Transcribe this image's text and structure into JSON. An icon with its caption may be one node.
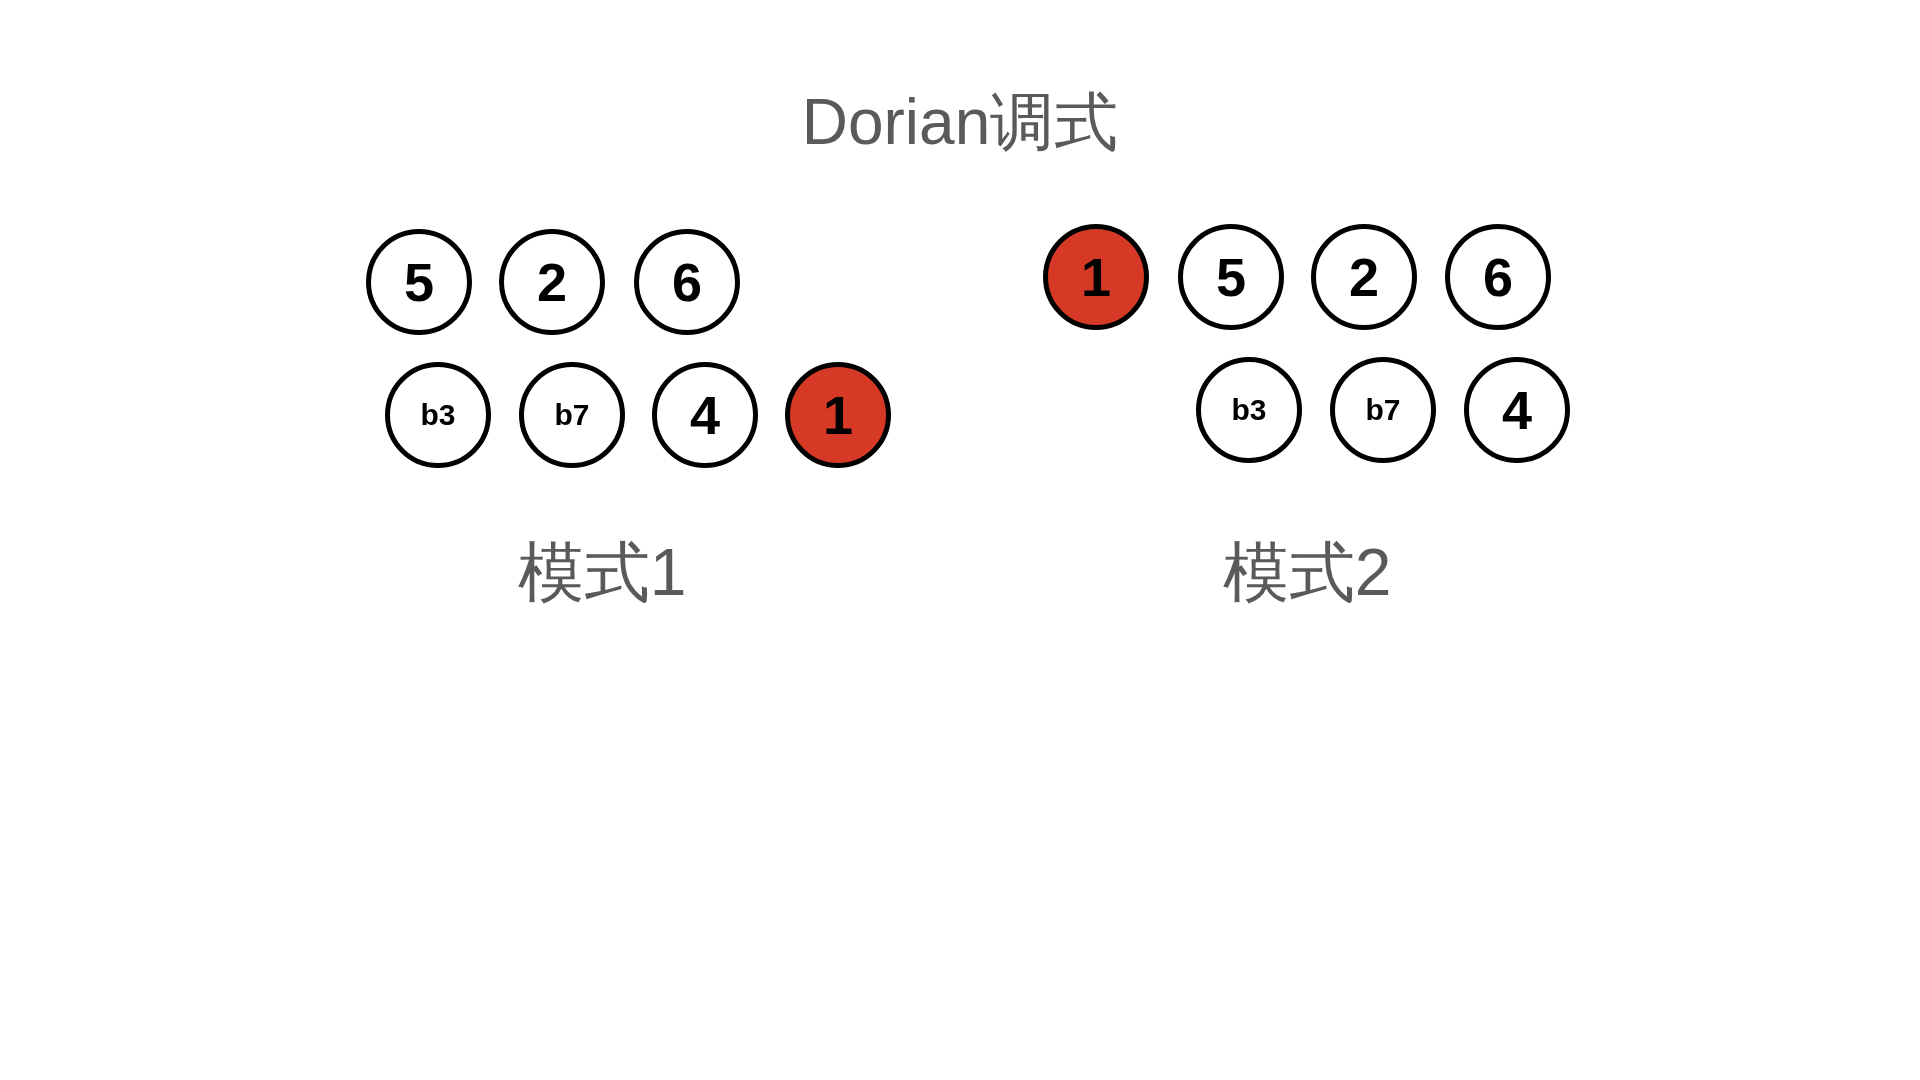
{
  "diagram": {
    "title": "Dorian调式",
    "nodes": [
      {
        "text": [
          "5"
        ]
      },
      {
        "text": [
          "2"
        ]
      },
      {
        "text": [
          "6"
        ]
      },
      {
        "text": [
          "b3"
        ]
      },
      {
        "text": [
          "b7"
        ]
      },
      {
        "text": [
          "4"
        ]
      },
      {
        "text": [
          "1"
        ]
      },
      {
        "text": [
          "1"
        ]
      },
      {
        "text": [
          "5"
        ]
      },
      {
        "text": [
          "2"
        ]
      },
      {
        "text": [
          "6"
        ]
      },
      {
        "text": [
          "b3"
        ]
      },
      {
        "text": [
          "b7"
        ]
      },
      {
        "text": [
          "4"
        ]
      }
    ],
    "labels": [
      "模式1",
      "模式2"
    ]
  }
}
